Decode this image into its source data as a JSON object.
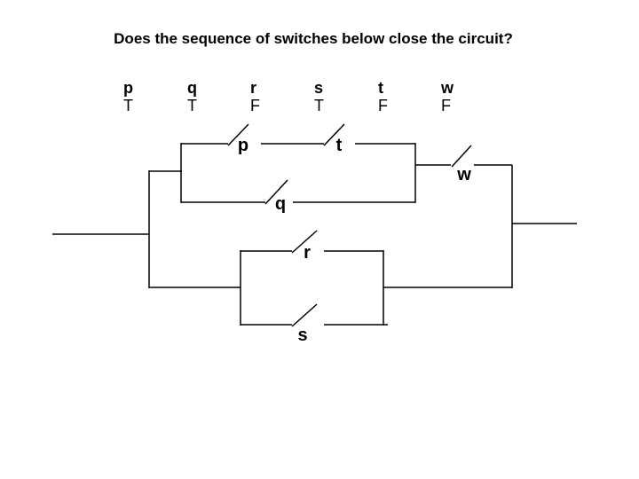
{
  "title": "Does the sequence of switches below close the circuit?",
  "truth_table": {
    "columns": [
      {
        "var": "p",
        "value": "T"
      },
      {
        "var": "q",
        "value": "T"
      },
      {
        "var": "r",
        "value": "F"
      },
      {
        "var": "s",
        "value": "T"
      },
      {
        "var": "t",
        "value": "F"
      },
      {
        "var": "w",
        "value": "F"
      }
    ]
  },
  "circuit": {
    "labels": {
      "p": "p",
      "t": "t",
      "q": "q",
      "w": "w",
      "r": "r",
      "s": "s"
    }
  },
  "colors": {
    "wire": "#000000",
    "text": "#000000",
    "background": "#ffffff"
  }
}
